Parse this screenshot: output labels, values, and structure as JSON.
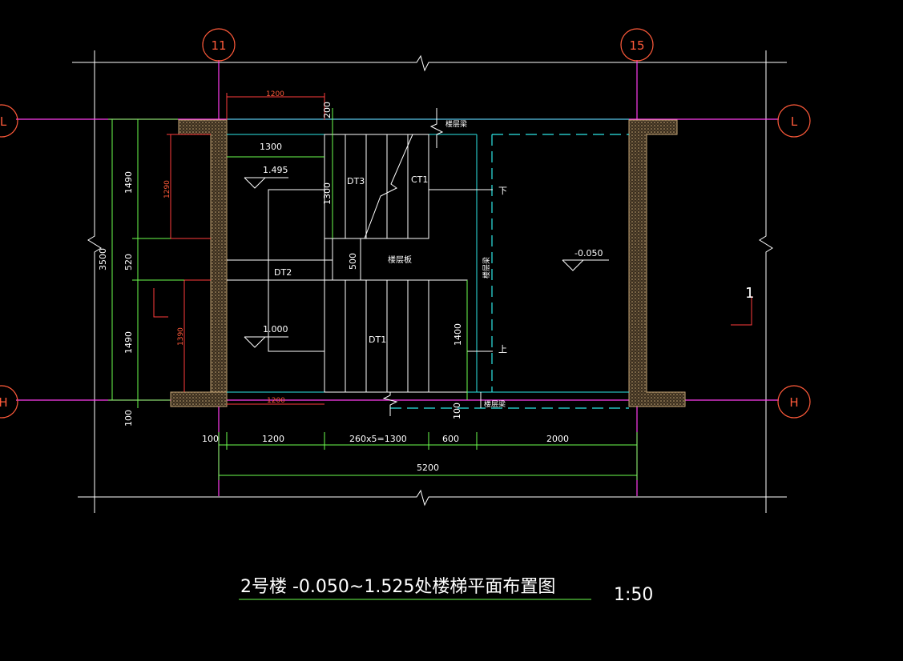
{
  "axes": {
    "left_top": "11",
    "right_top": "15",
    "left_upper": "L",
    "right_upper": "L",
    "left_lower": "H",
    "right_lower": "H"
  },
  "dims": {
    "top_1200": "1200",
    "bot_1200": "1200",
    "d_200": "200",
    "d_1300_h": "1300",
    "d_1300_v": "1300",
    "d_1290": "1290",
    "d_1390": "1390",
    "d_1490_a": "1490",
    "d_1490_b": "1490",
    "d_520": "520",
    "d_3500": "3500",
    "d_100_left": "100",
    "d_500": "500",
    "d_1400": "1400",
    "d_100_mid": "100",
    "b_100": "100",
    "b_1200": "1200",
    "b_steps": "260x5=1300",
    "b_600": "600",
    "b_2000": "2000",
    "b_5200": "5200"
  },
  "labels": {
    "elev_1495": "1.495",
    "elev_1000": "1.000",
    "elev_m050": "-0.050",
    "dt3": "DT3",
    "dt2": "DT2",
    "dt1": "DT1",
    "ct1": "CT1",
    "floor_slab": "楼层板",
    "floor_beam_top": "楼层梁",
    "floor_beam_right": "楼层梁",
    "floor_beam_bottom": "楼层梁",
    "down": "下",
    "up": "上",
    "section": "1"
  },
  "title": {
    "text": "2号楼 -0.050~1.525处楼梯平面布置图",
    "scale": "1:50"
  },
  "colors": {
    "background": "#000000",
    "axis": "#ff5a3a",
    "dimension": "#6dff4e",
    "beam": "#2ee8e8",
    "wall_hatch": "#c8a878"
  }
}
